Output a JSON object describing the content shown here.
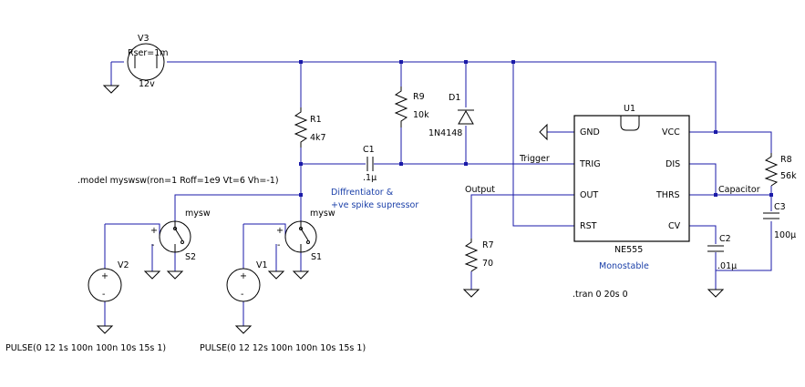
{
  "components": {
    "v3": {
      "ref": "V3",
      "param": "Rser=1m",
      "value": "12v"
    },
    "r1": {
      "ref": "R1",
      "value": "4k7"
    },
    "r9": {
      "ref": "R9",
      "value": "10k"
    },
    "d1": {
      "ref": "D1",
      "value": "1N4148"
    },
    "c1": {
      "ref": "C1",
      "value": ".1µ"
    },
    "r7": {
      "ref": "R7",
      "value": "70"
    },
    "u1": {
      "ref": "U1",
      "value": "NE555",
      "pins": {
        "gnd": "GND",
        "trig": "TRIG",
        "out": "OUT",
        "rst": "RST",
        "vcc": "VCC",
        "dis": "DIS",
        "thrs": "THRS",
        "cv": "CV"
      }
    },
    "c2": {
      "ref": "C2",
      "value": ".01µ"
    },
    "r8": {
      "ref": "R8",
      "value": "56k"
    },
    "c3": {
      "ref": "C3",
      "value": "100µ"
    },
    "s1": {
      "ref": "S1",
      "model": "mysw"
    },
    "s2": {
      "ref": "S2",
      "model": "mysw"
    },
    "v1": {
      "ref": "V1",
      "value": "PULSE(0 12 12s 100n 100n 10s 15s 1)"
    },
    "v2": {
      "ref": "V2",
      "value": "PULSE(0 12 1s 100n 100n 10s 15s 1)"
    }
  },
  "nets": {
    "trigger": "Trigger",
    "output": "Output",
    "capacitor": "Capacitor"
  },
  "directives": {
    "model": ".model myswsw(ron=1 Roff=1e9 Vt=6 Vh=-1)",
    "tran": ".tran 0 20s 0"
  },
  "comments": {
    "diff_line1": "Diffrentiator &",
    "diff_line2": "+ve spike supressor",
    "mode": "Monostable"
  },
  "symbols": {
    "plus": "+",
    "minus": "-"
  }
}
